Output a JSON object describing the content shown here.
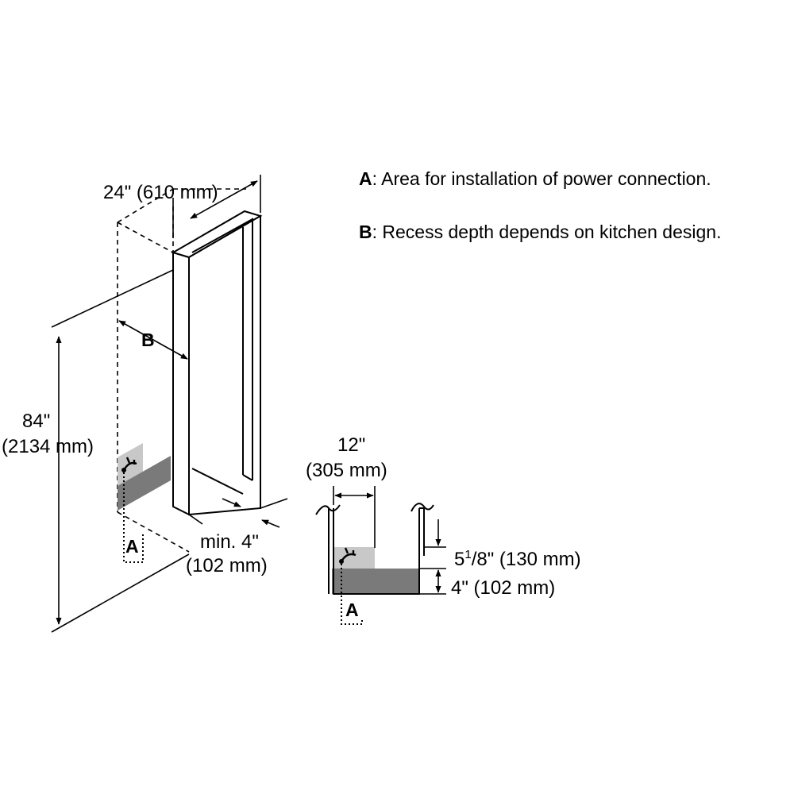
{
  "legend": {
    "a_key": "A",
    "a_text": ": Area for installation of power connection.",
    "b_key": "B",
    "b_text": ": Recess depth depends on kitchen design."
  },
  "labels": {
    "width": "24\" (610 mm)",
    "height_in": "84\"",
    "height_mm": "(2134 mm)",
    "recess": "B",
    "area_main": "A",
    "min_gap_in": "min. 4\"",
    "min_gap_mm": "(102 mm)",
    "detail_width_in": "12\"",
    "detail_width_mm": "(305 mm)",
    "detail_upper_whole": "5",
    "detail_upper_num": "1",
    "detail_upper_den": "/8",
    "detail_upper_rest": "\" (130 mm)",
    "detail_lower": "4\" (102 mm)",
    "area_detail": "A"
  },
  "colors": {
    "line": "#000000",
    "dark_zone": "#7a7a7a",
    "light_zone": "#c8c8c8"
  }
}
